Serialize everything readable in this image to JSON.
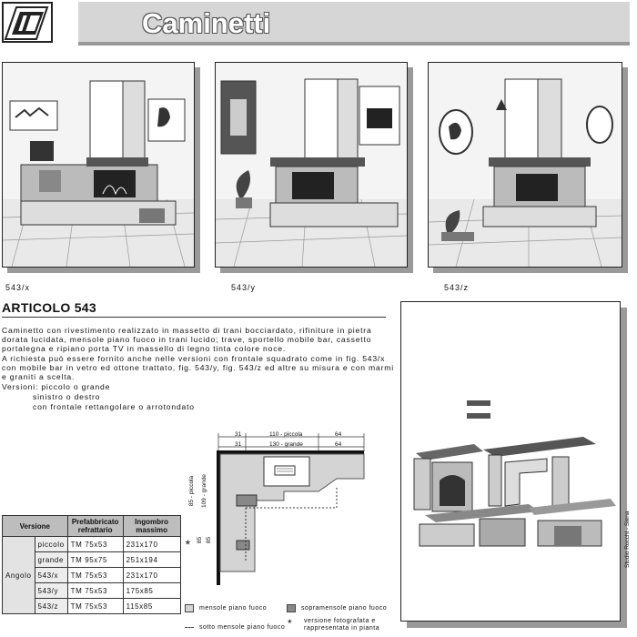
{
  "header": {
    "title": "Caminetti"
  },
  "photos": [
    {
      "caption": "543/x"
    },
    {
      "caption": "543/y"
    },
    {
      "caption": "543/z"
    }
  ],
  "article": {
    "title": "ARTICOLO 543",
    "paragraphs": [
      "Caminetto con rivestimento realizzato in massetto di trani bocciardato, rifiniture in pietra",
      "dorata lucidata, mensole piano fuoco in trani lucido; trave, sportello mobile bar, cassetto",
      "portalegna e ripiano porta TV in massello di legno tinta colore noce.",
      "A richiesta può essere fornito anche nelle versioni con frontale squadrato come in fig. 543/x",
      "con mobile bar in vetro ed ottone trattato, fig. 543/y, fig. 543/z ed altre su misura e con marmi",
      "e graniti a scelta.",
      "Versioni: piccolo o grande",
      "sinistro o destro",
      "con frontale rettangolare o arrotondato"
    ]
  },
  "table": {
    "headers": [
      "Versione",
      "Prefabbricato refrattario",
      "Ingombro massimo"
    ],
    "group": "Angolo",
    "rows": [
      {
        "name": "piccolo",
        "prefab": "TM 75x53",
        "size": "231x170",
        "mark": "*"
      },
      {
        "name": "grande",
        "prefab": "TM 95x75",
        "size": "251x194",
        "mark": ""
      },
      {
        "name": "543/x",
        "prefab": "TM 75x53",
        "size": "231x170",
        "mark": ""
      },
      {
        "name": "543/y",
        "prefab": "TM 75x53",
        "size": "175x85",
        "mark": ""
      },
      {
        "name": "543/z",
        "prefab": "TM 75x53",
        "size": "115x85",
        "mark": ""
      }
    ]
  },
  "plan": {
    "dims_top_row1": [
      "31",
      "110 - piccola",
      "64"
    ],
    "dims_top_row2": [
      "31",
      "130 - grande",
      "64"
    ],
    "left_label_1": "85 - piccola",
    "left_label_2": "109 - grande",
    "left_label_3": "85",
    "left_label_4": "85"
  },
  "legend": {
    "item1": "mensole piano fuoco",
    "item2": "sopramensole piano fuoco",
    "item3": "sotto mensole piano fuoco",
    "item4": "versione fotografata e rappresentata in pianta",
    "star": "*"
  },
  "credit": "Studio Rocchi - Siena",
  "colors": {
    "title_bar": "#d6d6d6",
    "shadow": "#9a9a9a",
    "table_header": "#bdbdbd"
  }
}
